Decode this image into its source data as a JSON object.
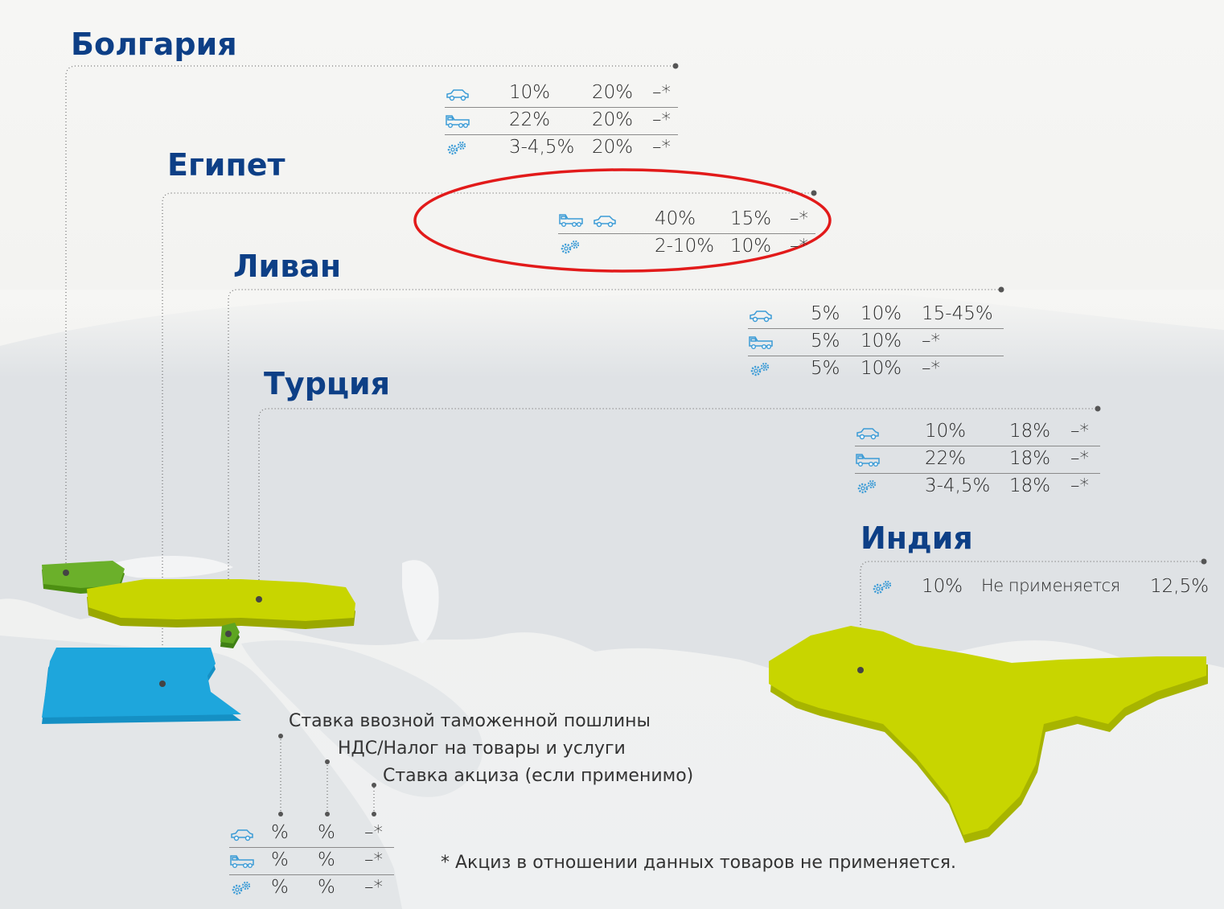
{
  "colors": {
    "title": "#0d3f86",
    "icon": "#3b9bd6",
    "land": "#dcdfe2",
    "country_green": "#c4d200",
    "country_dark_green": "#5fa31c",
    "country_blue": "#1ea6dc",
    "highlight": "#e21a1a"
  },
  "countries": [
    {
      "name": "Болгария",
      "rows": [
        {
          "icon": "car-icon",
          "values": [
            "10%",
            "20%",
            "–*"
          ]
        },
        {
          "icon": "truck-icon",
          "values": [
            "22%",
            "20%",
            "–*"
          ]
        },
        {
          "icon": "gears-icon",
          "values": [
            "3-4,5%",
            "20%",
            "–*"
          ]
        }
      ]
    },
    {
      "name": "Египет",
      "rows": [
        {
          "icon": "truck-car-icon",
          "values": [
            "40%",
            "15%",
            "–*"
          ]
        },
        {
          "icon": "gears-icon",
          "values": [
            "2-10%",
            "10%",
            "–*"
          ]
        }
      ]
    },
    {
      "name": "Ливан",
      "rows": [
        {
          "icon": "car-icon",
          "values": [
            "5%",
            "10%",
            "15-45%"
          ]
        },
        {
          "icon": "truck-icon",
          "values": [
            "5%",
            "10%",
            "–*"
          ]
        },
        {
          "icon": "gears-icon",
          "values": [
            "5%",
            "10%",
            "–*"
          ]
        }
      ]
    },
    {
      "name": "Турция",
      "rows": [
        {
          "icon": "car-icon",
          "values": [
            "10%",
            "18%",
            "–*"
          ]
        },
        {
          "icon": "truck-icon",
          "values": [
            "22%",
            "18%",
            "–*"
          ]
        },
        {
          "icon": "gears-icon",
          "values": [
            "3-4,5%",
            "18%",
            "–*"
          ]
        }
      ]
    },
    {
      "name": "Индия",
      "rows": [
        {
          "icon": "gears-icon",
          "values": [
            "10%",
            "Не применяется",
            "12,5%"
          ]
        }
      ]
    }
  ],
  "legend": {
    "lines": [
      "Ставка ввозной таможенной пошлины",
      "НДС/Налог на товары и услуги",
      "Ставка акциза (если применимо)"
    ],
    "rows": [
      {
        "icon": "car-icon",
        "values": [
          "%",
          "%",
          "–*"
        ]
      },
      {
        "icon": "truck-icon",
        "values": [
          "%",
          "%",
          "–*"
        ]
      },
      {
        "icon": "gears-icon",
        "values": [
          "%",
          "%",
          "–*"
        ]
      }
    ]
  },
  "footnote": "* Акциз в отношении данных товаров не применяется."
}
